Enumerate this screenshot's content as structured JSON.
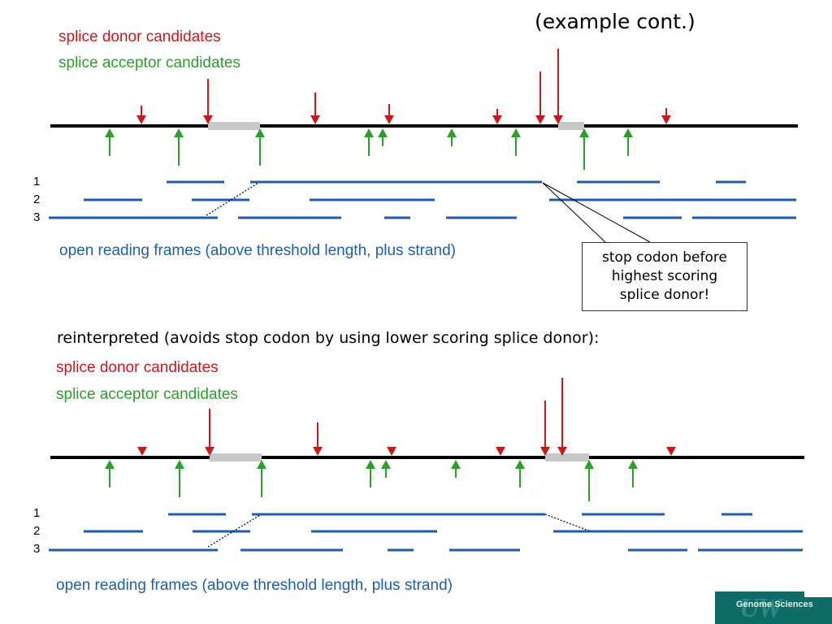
{
  "title": "(example cont.)",
  "reinterpreted_caption": "reinterpreted (avoids stop codon by using lower scoring splice donor):",
  "callout": {
    "line1": "stop codon before",
    "line2": "highest scoring",
    "line3": "splice donor!"
  },
  "logo_text": "Genome Sciences",
  "colors": {
    "donor": "#c8191e",
    "acceptor": "#2aa02a",
    "orf": "#1f5ea8",
    "exon": "#c8c8c8",
    "sequence_line": "#000000"
  },
  "panels": [
    {
      "donor_label": "splice donor candidates",
      "acceptor_label": "splice acceptor candidates",
      "orf_label": "open reading frames (above threshold length, plus strand)",
      "frame_labels": [
        "1",
        "2",
        "3"
      ]
    },
    {
      "donor_label": "splice donor candidates",
      "acceptor_label": "splice acceptor candidates",
      "orf_label": "open reading frames (above threshold length, plus strand)",
      "frame_labels": [
        "1",
        "2",
        "3"
      ]
    }
  ]
}
